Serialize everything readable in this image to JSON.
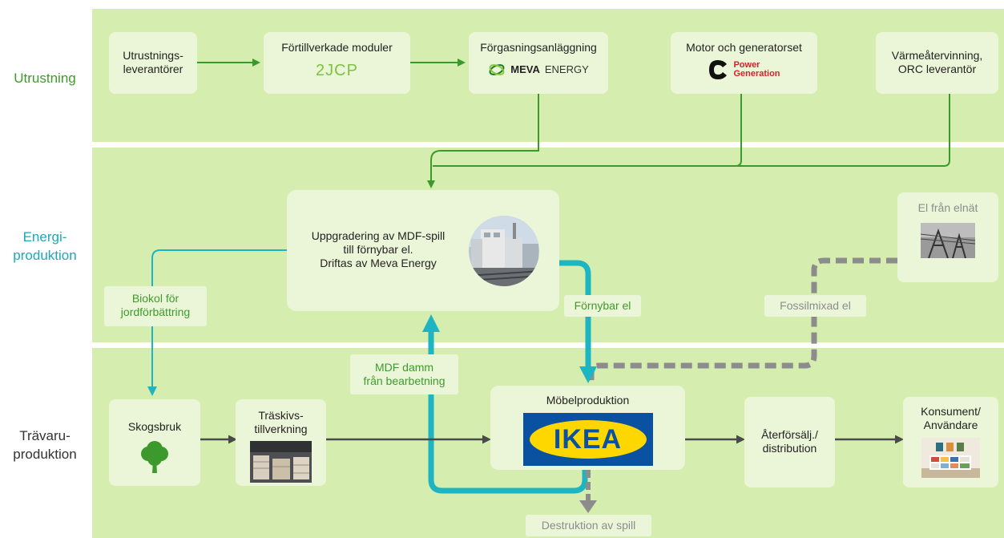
{
  "rows": {
    "utrustning": "Utrustning",
    "energi_line1": "Energi-",
    "energi_line2": "produktion",
    "travaru_line1": "Trävaru-",
    "travaru_line2": "produktion"
  },
  "boxes": {
    "utrustningslev_line1": "Utrustnings-",
    "utrustningslev_line2": "leverantörer",
    "fortillverkade": "Förtillverkade moduler",
    "jcp_logo": "2JCP",
    "forgasning": "Förgasningsanläggning",
    "meva_bold": "MEVA",
    "meva_light": "ENERGY",
    "motor": "Motor och generatorset",
    "cummins_line1": "Power",
    "cummins_line2": "Generation",
    "varme_line1": "Värmeåtervinning,",
    "varme_line2": "ORC leverantör",
    "uppgradering_line1": "Uppgradering av MDF-spill",
    "uppgradering_line2": "till förnybar el.",
    "uppgradering_line3": "Driftas av Meva Energy",
    "el_elnat": "El från elnät",
    "skogsbruk": "Skogsbruk",
    "traskiv_line1": "Träskivs-",
    "traskiv_line2": "tillverkning",
    "mobel": "Möbelproduktion",
    "ikea_logo": "IKEA",
    "aterfors_line1": "Återförsälj./",
    "aterfors_line2": "distribution",
    "konsument_line1": "Konsument/",
    "konsument_line2": "Användare"
  },
  "labels": {
    "biokol_line1": "Biokol för",
    "biokol_line2": "jordförbättring",
    "fornybar_el": "Förnybar el",
    "fossilmixad_el": "Fossilmixad el",
    "mdf_line1": "MDF  damm",
    "mdf_line2": "från bearbetning",
    "destruktion": "Destruktion av spill"
  },
  "colors": {
    "band": "#d5eeaf",
    "box": "#ebf6d9",
    "green_text": "#3f9a2c",
    "teal_text": "#1aaab8",
    "teal_arrow": "#1db5c1",
    "green_arrow": "#3c9a2c",
    "gray_arrow": "#8c8c8c",
    "dark_arrow": "#4a4a4a",
    "ikea_blue": "#0a51a1",
    "ikea_yellow": "#ffd700"
  }
}
